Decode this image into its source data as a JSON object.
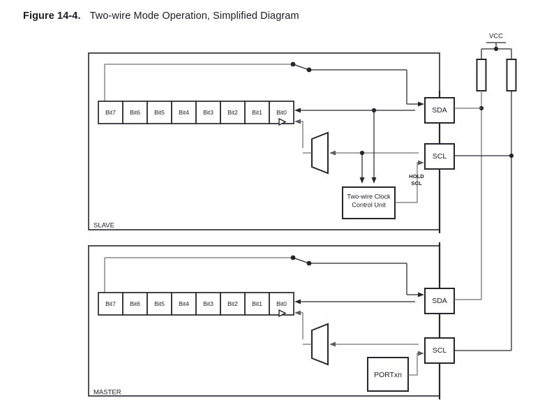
{
  "figure": {
    "number": "Figure 14-4.",
    "title": "Two-wire Mode Operation, Simplified Diagram"
  },
  "power": {
    "vcc_label": "VCC",
    "resistor_count": 2
  },
  "bus": {
    "sda_label": "SDA",
    "scl_label": "SCL"
  },
  "slave": {
    "frame_label": "SLAVE",
    "shift_register": {
      "bits": [
        "Bit7",
        "Bit6",
        "Bit5",
        "Bit4",
        "Bit3",
        "Bit2",
        "Bit1",
        "Bit0"
      ]
    },
    "clock_control_unit": {
      "line1": "Two-wire Clock",
      "line2": "Control Unit"
    },
    "hold_signal": {
      "line1": "HOLD",
      "line2": "SCL"
    },
    "pins": {
      "sda": "SDA",
      "scl": "SCL"
    }
  },
  "master": {
    "frame_label": "MASTER",
    "shift_register": {
      "bits": [
        "Bit7",
        "Bit6",
        "Bit5",
        "Bit4",
        "Bit3",
        "Bit2",
        "Bit1",
        "Bit0"
      ]
    },
    "port_register": "PORTxn",
    "pins": {
      "sda": "SDA",
      "scl": "SCL"
    }
  },
  "colors": {
    "ink": "#1b1b24",
    "line_dark": "#25252e",
    "line_light": "#6f6f78",
    "background": "#ffffff"
  }
}
